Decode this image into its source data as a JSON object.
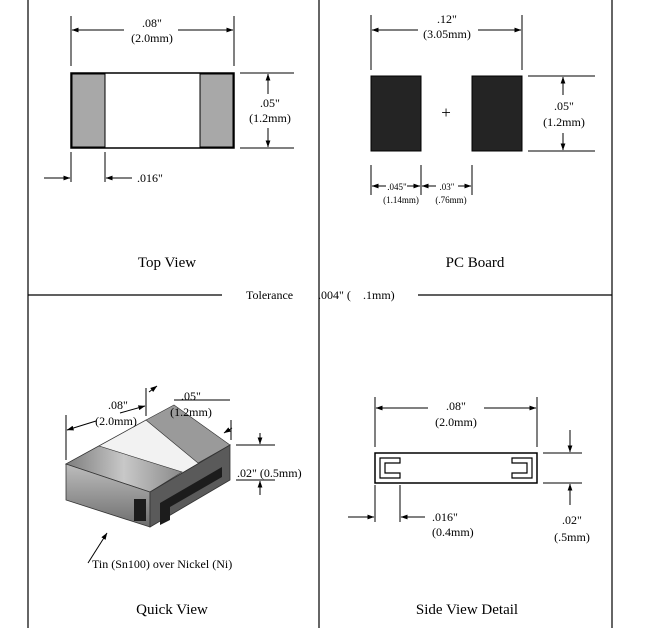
{
  "top_view": {
    "title": "Top View",
    "width_in": ".08\"",
    "width_mm": "(2.0mm)",
    "height_in": ".05\"",
    "height_mm": "(1.2mm)",
    "term_in": ".016\""
  },
  "pc_board": {
    "title": "PC Board",
    "width_in": ".12\"",
    "width_mm": "(3.05mm)",
    "height_in": ".05\"",
    "height_mm": "(1.2mm)",
    "center_mark": "+",
    "pad_in": ".045\"",
    "pad_mm": "(1.14mm)",
    "gap_in": ".03\"",
    "gap_mm": "(.76mm)"
  },
  "tolerance": {
    "label": "Tolerance",
    "in": ".004\" (",
    "mm": ".1mm)"
  },
  "quick_view": {
    "title": "Quick View",
    "length_in": ".08\"",
    "length_mm": "(2.0mm)",
    "width_in": ".05\"",
    "width_mm": "(1.2mm)",
    "height_text": ".02\" (0.5mm)",
    "note": "Tin (Sn100) over Nickel (Ni)"
  },
  "side_view": {
    "title": "Side View Detail",
    "length_in": ".08\"",
    "length_mm": "(2.0mm)",
    "term_in": ".016\"",
    "term_mm": "(0.4mm)",
    "height_in": ".02\"",
    "height_mm": "(.5mm)"
  },
  "colors": {
    "terminal_gray": "#a8a8a8",
    "pad_black": "#242424",
    "line": "#000000"
  }
}
